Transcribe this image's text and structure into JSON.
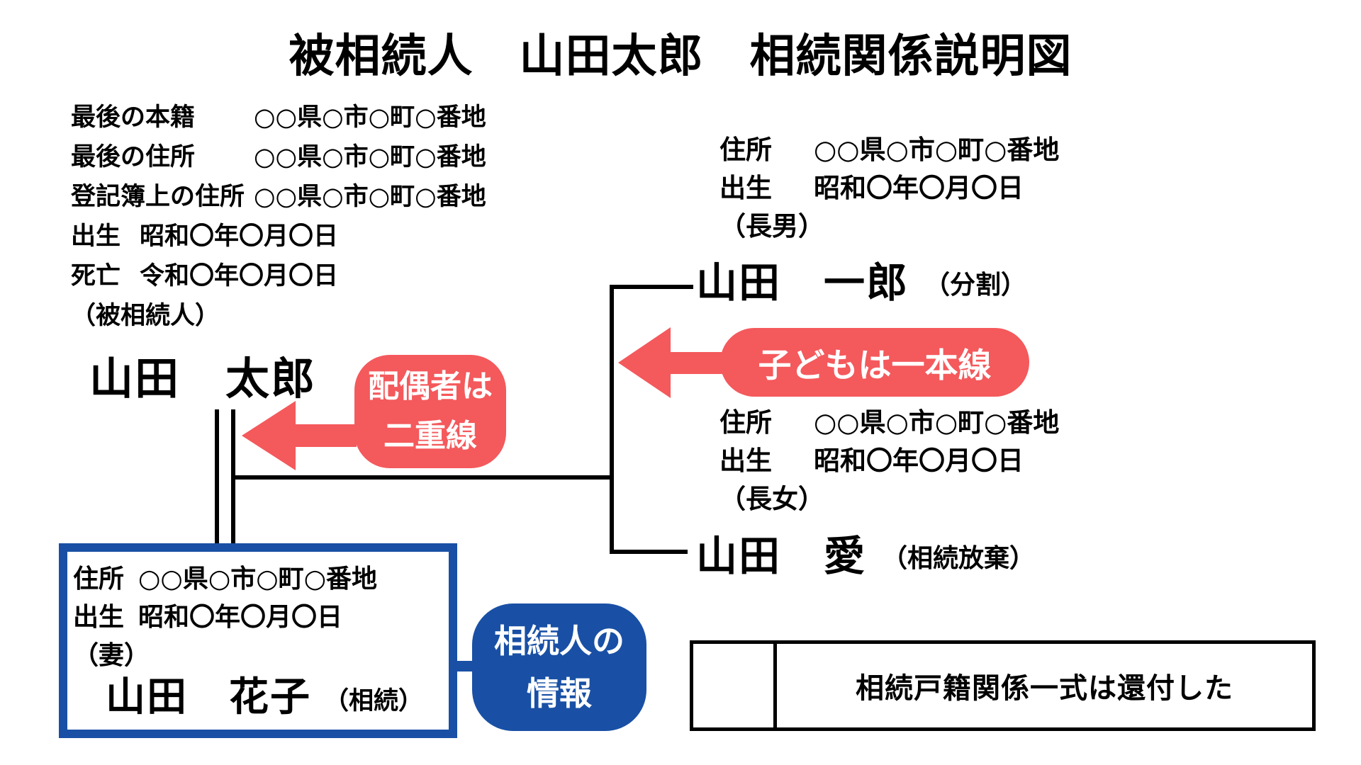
{
  "title": "被相続人　山田太郎　相続関係説明図",
  "colors": {
    "red": "#F4595C",
    "blue": "#1950A5"
  },
  "decedent": {
    "info": [
      {
        "label": "最後の本籍",
        "value": "○○県○市○町○番地"
      },
      {
        "label": "最後の住所",
        "value": "○○県○市○町○番地"
      },
      {
        "label": "登記簿上の住所",
        "value": "○○県○市○町○番地"
      },
      {
        "label": "出生",
        "value": "昭和〇年〇月〇日"
      },
      {
        "label": "死亡",
        "value": "令和〇年〇月〇日"
      }
    ],
    "role": "（被相続人）",
    "name": "山田　太郎"
  },
  "child1": {
    "info": [
      {
        "label": "住所",
        "value": "○○県○市○町○番地"
      },
      {
        "label": "出生",
        "value": "昭和〇年〇月〇日"
      }
    ],
    "role": "（長男）",
    "name": "山田　一郎",
    "status": "（分割）"
  },
  "child2": {
    "info": [
      {
        "label": "住所",
        "value": "○○県○市○町○番地"
      },
      {
        "label": "出生",
        "value": "昭和〇年〇月〇日"
      }
    ],
    "role": "（長女）",
    "name": "山田　愛",
    "status": "（相続放棄）"
  },
  "spouse": {
    "info": [
      {
        "label": "住所",
        "value": "○○県○市○町○番地"
      },
      {
        "label": "出生",
        "value": "昭和〇年〇月〇日"
      }
    ],
    "role": "（妻）",
    "name": "山田　花子",
    "status": "（相続）"
  },
  "callouts": {
    "spouse_line": {
      "line1": "配偶者は",
      "line2": "二重線"
    },
    "children_line": {
      "line1": "子どもは一本線"
    },
    "heir_info": {
      "line1": "相続人の",
      "line2": "情報"
    }
  },
  "footer_table": {
    "cell1": "",
    "cell2": "相続戸籍関係一式は還付した"
  }
}
